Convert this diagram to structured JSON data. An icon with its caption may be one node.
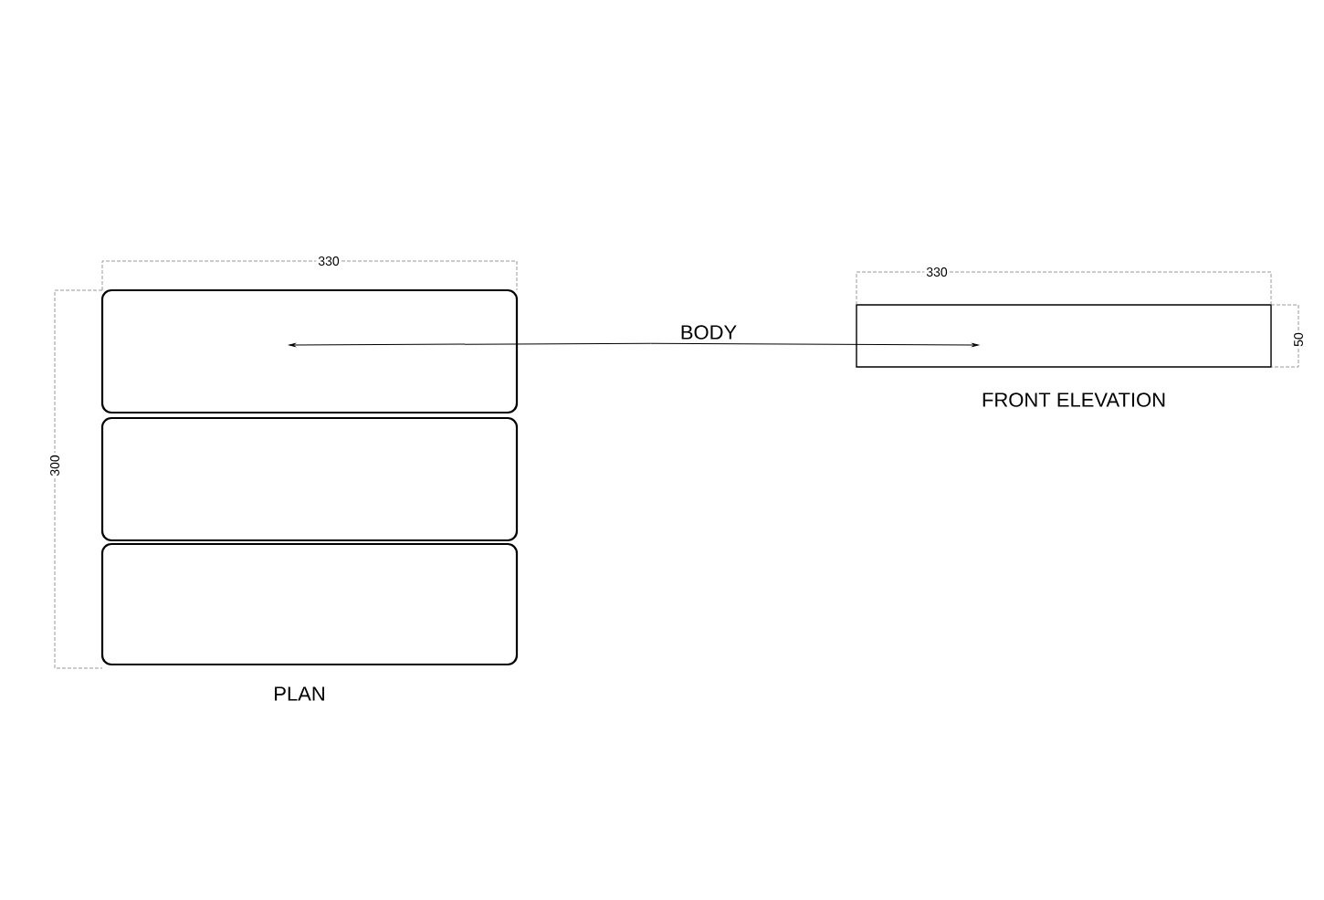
{
  "diagram": {
    "nodes": [
      {
        "text": [],
        "shape": "box"
      },
      {
        "text": [],
        "shape": "box"
      },
      {
        "text": [],
        "shape": "box"
      },
      {
        "text": [],
        "shape": "box"
      },
      {
        "text": [
          "BODY"
        ]
      }
    ],
    "edges": [
      {
        "from": 4,
        "to": 0,
        "arrow": "to"
      },
      {
        "from": 4,
        "to": 3,
        "arrow": "to"
      }
    ],
    "labels": [
      "330",
      "300",
      "PLAN",
      "330",
      "50",
      "FRONT ELEVATION"
    ]
  }
}
